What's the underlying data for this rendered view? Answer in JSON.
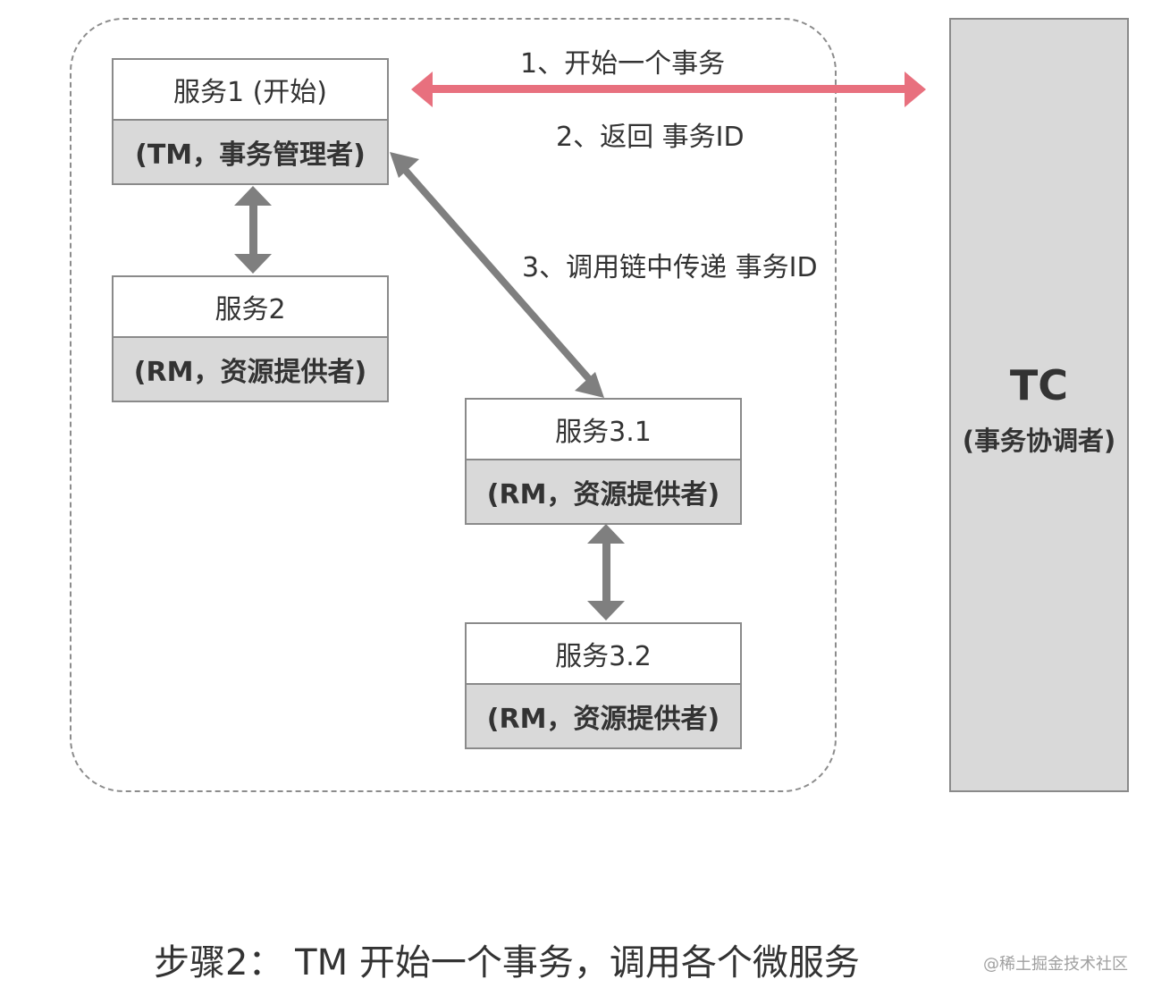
{
  "services": [
    {
      "name": "服务1 (开始)",
      "role": "(TM，事务管理者)"
    },
    {
      "name": "服务2",
      "role": "(RM，资源提供者)"
    },
    {
      "name": "服务3.1",
      "role": "(RM，资源提供者)"
    },
    {
      "name": "服务3.2",
      "role": "(RM，资源提供者)"
    }
  ],
  "tc": {
    "title": "TC",
    "subtitle": "(事务协调者)"
  },
  "steps": {
    "step1": "1、开始一个事务",
    "step2": "2、返回 事务ID",
    "step3": "3、调用链中传递 事务ID"
  },
  "caption": "步骤2： TM 开始一个事务，调用各个微服务",
  "watermark": "@稀土掘金技术社区",
  "colors": {
    "tc_link_arrow": "#e8707e",
    "call_arrow": "#7f7f7f",
    "box_fill": "#d9d9d9",
    "frame": "#8c8c8c"
  }
}
